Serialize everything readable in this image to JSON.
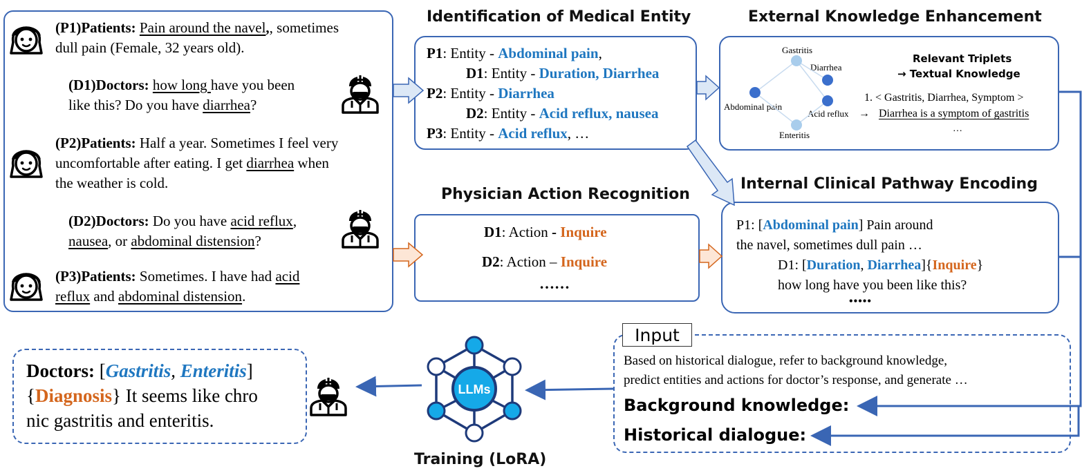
{
  "dialogue": {
    "p1": {
      "tag": "(P1)Patients:",
      "u1": "Pain around the navel",
      "t1": ", sometimes",
      "t2": "dull pain (Female, 32 years old)."
    },
    "d1": {
      "tag": "(D1)Doctors:",
      "u1": "how long ",
      "t1": "have you been",
      "t2": "like this? Do you have ",
      "u2": "diarrhea",
      "t3": "?"
    },
    "p2": {
      "tag": "(P2)Patients:",
      "t1": " Half a year. Sometimes I feel very",
      "t2": "uncomfortable after eating. I get ",
      "u1": "diarrhea",
      "t3": " when",
      "t4": "the weather is cold."
    },
    "d2": {
      "tag": "(D2)Doctors:",
      "t1": " Do you have ",
      "u1": "acid reflux",
      "t2": ",",
      "u2": "nausea",
      "t3": ", or ",
      "u3": "abdominal distension",
      "t4": "?"
    },
    "p3": {
      "tag": "(P3)Patients:",
      "t1": " Sometimes. I have had ",
      "u1": "acid",
      "u2": "reflux",
      "t2": " and ",
      "u3": "abdominal distension",
      "t3": "."
    }
  },
  "entity": {
    "title": "Identification of Medical Entity",
    "l1": {
      "k": "P1",
      "t": ": Entity - ",
      "v": "Abdominal pain",
      "e": ","
    },
    "l2": {
      "k": "D1",
      "t": ": Entity - ",
      "v": "Duration, Diarrhea"
    },
    "l3": {
      "k": "P2",
      "t": ": Entity - ",
      "v": "Diarrhea"
    },
    "l4": {
      "k": "D2",
      "t": ": Entity - ",
      "v": "Acid reflux, nausea"
    },
    "l5": {
      "k": "P3",
      "t": ": Entity - ",
      "v": "Acid reflux",
      "e": ", …"
    }
  },
  "knowledge": {
    "title": "External Knowledge Enhancement",
    "nodes": {
      "gastritis": "Gastritis",
      "diarrhea": "Diarrhea",
      "abdominal": "Abdominal pain",
      "acid": "Acid reflux",
      "enteritis": "Enteritis"
    },
    "rel1": "Relevant Triplets",
    "rel2": "→ Textual Knowledge",
    "triplet": "1. < Gastritis, Diarrhea, Symptom >",
    "arrow": "→",
    "text": "Diarrhea is a symptom of gastritis",
    "ellipsis": "…"
  },
  "action": {
    "title": "Physician Action Recognition",
    "l1": {
      "k": "D1",
      "t": ": Action ",
      "d": "- ",
      "v": "Inquire"
    },
    "l2": {
      "k": "D2",
      "t": ": Action – ",
      "v": "Inquire"
    },
    "ellipsis": "……"
  },
  "pathway": {
    "title": "Internal Clinical Pathway Encoding",
    "l1a": "P1: [",
    "l1v": "Abdominal pain",
    "l1b": "] Pain around",
    "l2": "the navel,  sometimes dull pain …",
    "l3a": "D1: [",
    "l3v1": "Duration",
    "l3c": ", ",
    "l3v2": "Diarrhea",
    "l3b": "]{",
    "l3v3": "Inquire",
    "l3d": "}",
    "l4": "how long have you been like this?",
    "ellipsis": "•••••"
  },
  "input": {
    "label": "Input",
    "l1": "Based on historical dialogue, refer to background knowledge,",
    "l2": "predict entities and actions for doctor’s response, and generate …",
    "bg": "Background knowledge:",
    "hist": "Historical dialogue:"
  },
  "llm": {
    "label": "LLMs",
    "caption": "Training (LoRA)"
  },
  "output": {
    "who": "Doctors:",
    "b1": " [",
    "v1": "Gastritis",
    "c": ", ",
    "v2": "Enteritis",
    "b2": "]",
    "b3": "{",
    "v3": "Diagnosis",
    "b4": "}",
    "t1": " It seems like chro",
    "t2": "nic gastritis and enteritis."
  },
  "colors": {
    "border": "#3a66b4",
    "entity": "#1f77c0",
    "action": "#d4661d",
    "node_light": "#a9cdec",
    "node_dark": "#3b6fcc",
    "llm": "#15a9e8"
  }
}
